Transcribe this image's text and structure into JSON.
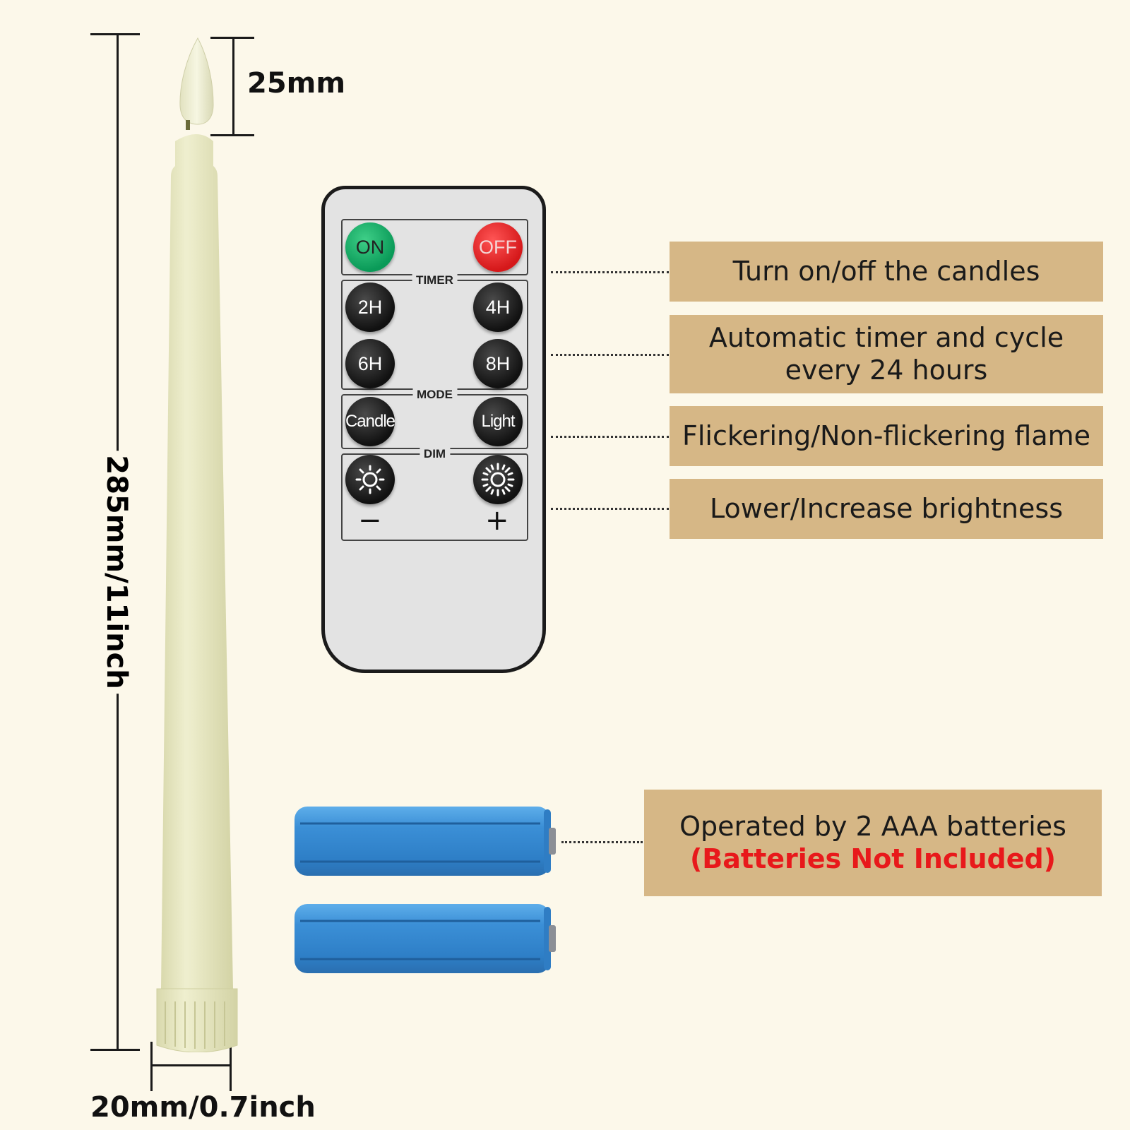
{
  "dimensions": {
    "flame_height": "25mm",
    "candle_height": "285mm/11inch",
    "candle_width": "20mm/0.7inch"
  },
  "remote": {
    "on_label": "ON",
    "off_label": "OFF",
    "timer_label": "TIMER",
    "timer_2h": "2H",
    "timer_4h": "4H",
    "timer_6h": "6H",
    "timer_8h": "8H",
    "mode_label": "MODE",
    "mode_candle": "Candle",
    "mode_light": "Light",
    "dim_label": "DIM",
    "minus_symbol": "−",
    "plus_symbol": "+"
  },
  "callouts": {
    "on_off": "Turn on/off the candles",
    "timer_line1": "Automatic timer and cycle",
    "timer_line2": "every 24 hours",
    "mode": "Flickering/Non-flickering flame",
    "dim": "Lower/Increase brightness",
    "battery_line1": "Operated by 2 AAA batteries",
    "battery_line2": "(Batteries Not Included)"
  },
  "colors": {
    "background": "#fcf8ea",
    "callout_bg": "#d6b786",
    "warning_red": "#e8191b",
    "on_button": "#17b36b",
    "off_button": "#e02323",
    "battery_blue": "#3b8fd6",
    "candle_ivory": "#ebebc7"
  }
}
